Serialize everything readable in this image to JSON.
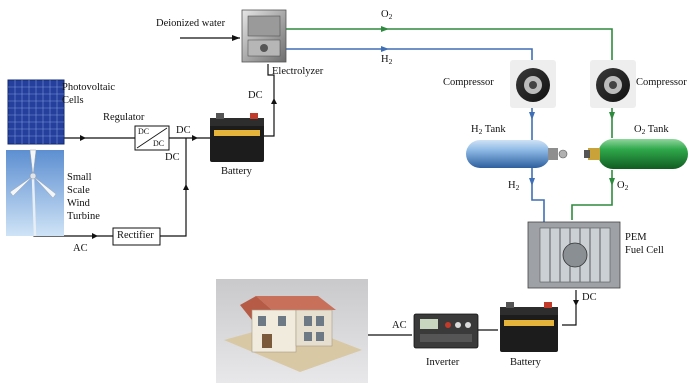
{
  "labels": {
    "deionized_water": "Deionized water",
    "electrolyzer": "Electrolyzer",
    "o2_line": "O",
    "o2_sub": "2",
    "h2_line": "H",
    "h2_sub": "2",
    "compressor_left": "Compressor",
    "compressor_right": "Compressor",
    "h2_tank_h": "H",
    "h2_tank_sub": "2",
    "h2_tank_word": " Tank",
    "o2_tank_o": "O",
    "o2_tank_sub": "2",
    "o2_tank_word": " Tank",
    "h2_fc_h": "H",
    "h2_fc_sub": "2",
    "o2_fc_o": "O",
    "o2_fc_sub": "2",
    "pem_line1": "PEM",
    "pem_line2": "Fuel Cell",
    "dc_fuelcell": "DC",
    "photovoltaic_line1": "Photovoltaic",
    "photovoltaic_line2": "Cells",
    "regulator": "Regulator",
    "regulator_box_top": "DC",
    "regulator_box_bottom": "DC",
    "dc_regulator_out": "DC",
    "dc_rectifier_up": "DC",
    "dc_electrolyzer": "DC",
    "battery_top": "Battery",
    "wind_line1": "Small",
    "wind_line2": "Scale",
    "wind_line3": "Wind",
    "wind_line4": "Turbine",
    "ac_wind": "AC",
    "rectifier": "Rectifier",
    "ac_inverter": "AC",
    "inverter": "Inverter",
    "battery_bottom": "Battery"
  },
  "colors": {
    "oxygen_line": "#2e8b3e",
    "hydrogen_line": "#3f6fb5",
    "wire": "#111111",
    "o2_tank": "#1f8a3a",
    "h2_tank": "#6fa8dc",
    "house_roof": "#c8705a"
  }
}
